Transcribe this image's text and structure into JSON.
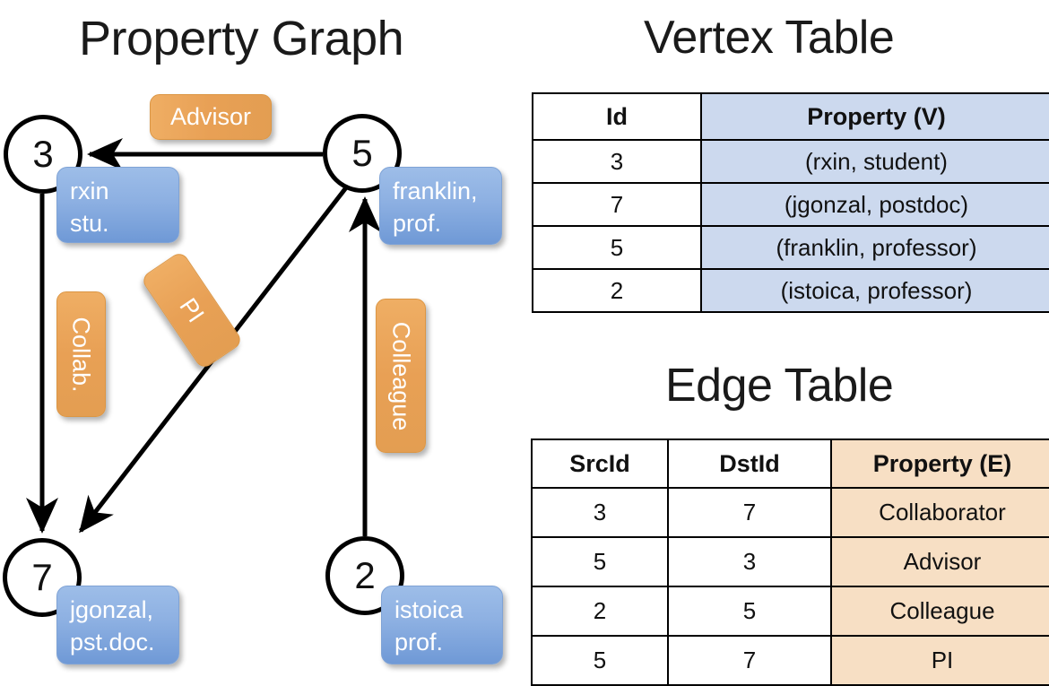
{
  "titles": {
    "property_graph": "Property Graph",
    "vertex_table": "Vertex Table",
    "edge_table": "Edge Table"
  },
  "graph": {
    "nodes": [
      {
        "id": "3",
        "property_line1": "rxin",
        "property_line2": "stu."
      },
      {
        "id": "5",
        "property_line1": "franklin,",
        "property_line2": "prof."
      },
      {
        "id": "7",
        "property_line1": "jgonzal,",
        "property_line2": "pst.doc."
      },
      {
        "id": "2",
        "property_line1": "istoica",
        "property_line2": "prof."
      }
    ],
    "edge_labels": [
      {
        "name": "advisor",
        "text": "Advisor"
      },
      {
        "name": "collab",
        "text": "Collab."
      },
      {
        "name": "pi",
        "text": "PI"
      },
      {
        "name": "colleague",
        "text": "Colleague"
      }
    ]
  },
  "vertex_table": {
    "headers": [
      "Id",
      "Property (V)"
    ],
    "rows": [
      [
        "3",
        "(rxin, student)"
      ],
      [
        "7",
        "(jgonzal, postdoc)"
      ],
      [
        "5",
        "(franklin, professor)"
      ],
      [
        "2",
        "(istoica, professor)"
      ]
    ]
  },
  "edge_table": {
    "headers": [
      "SrcId",
      "DstId",
      "Property (E)"
    ],
    "rows": [
      [
        "3",
        "7",
        "Collaborator"
      ],
      [
        "5",
        "3",
        "Advisor"
      ],
      [
        "2",
        "5",
        "Colleague"
      ],
      [
        "5",
        "7",
        "PI"
      ]
    ]
  },
  "colors": {
    "vertex_property_fill": "#ccd9ee",
    "edge_property_fill": "#f7dfc4",
    "node_box_blue": "#8db0e2",
    "edge_label_orange": "#e8a055"
  }
}
